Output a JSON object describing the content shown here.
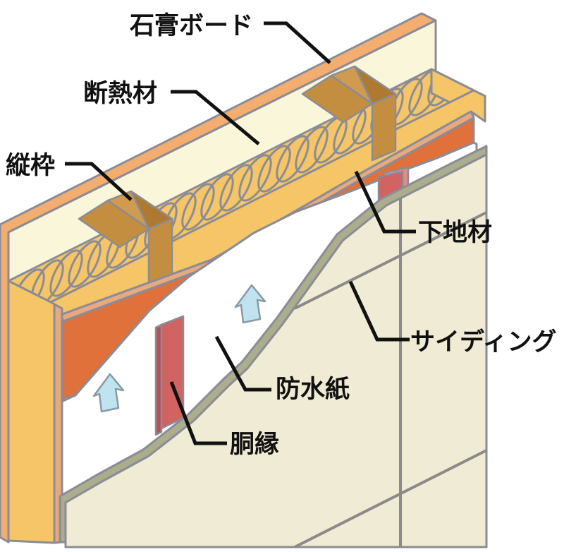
{
  "diagram": {
    "kind": "wall-cross-section-cutaway",
    "background": "#ffffff"
  },
  "labels": [
    {
      "id": "gypsum-board",
      "text": "石膏ボード"
    },
    {
      "id": "insulation",
      "text": "断熱材"
    },
    {
      "id": "vertical-stud",
      "text": "縦枠"
    },
    {
      "id": "base-material",
      "text": "下地材"
    },
    {
      "id": "siding",
      "text": "サイディング"
    },
    {
      "id": "waterproof-paper",
      "text": "防水紙"
    },
    {
      "id": "furring-strip",
      "text": "胴縁"
    }
  ],
  "palette": {
    "gypsum_edge": "#F2AD6F",
    "gypsum_face": "#FAF6DA",
    "insulation": "#F5C568",
    "coil_line": "#8A8C96",
    "stud_light": "#D09A4F",
    "stud_mid": "#C48E41",
    "stud_dark": "#AF7A30",
    "sheathing_top": "#E9A97E",
    "sheathing_face": "#E0713A",
    "paper": "#FFFFFF",
    "furring_front": "#D26363",
    "furring_side": "#B85252",
    "furring_top": "#E59A94",
    "furring_back": "#E08A8A",
    "siding_face": "#F0EBD4",
    "siding_edge": "#ABAD8C",
    "joint_line": "#8A8A8A",
    "outline": "#8A8C96",
    "leader": "#111111",
    "label_color": "#111111",
    "arrow_fill": "#BFE4F0",
    "arrow_stroke": "#8899A3"
  }
}
